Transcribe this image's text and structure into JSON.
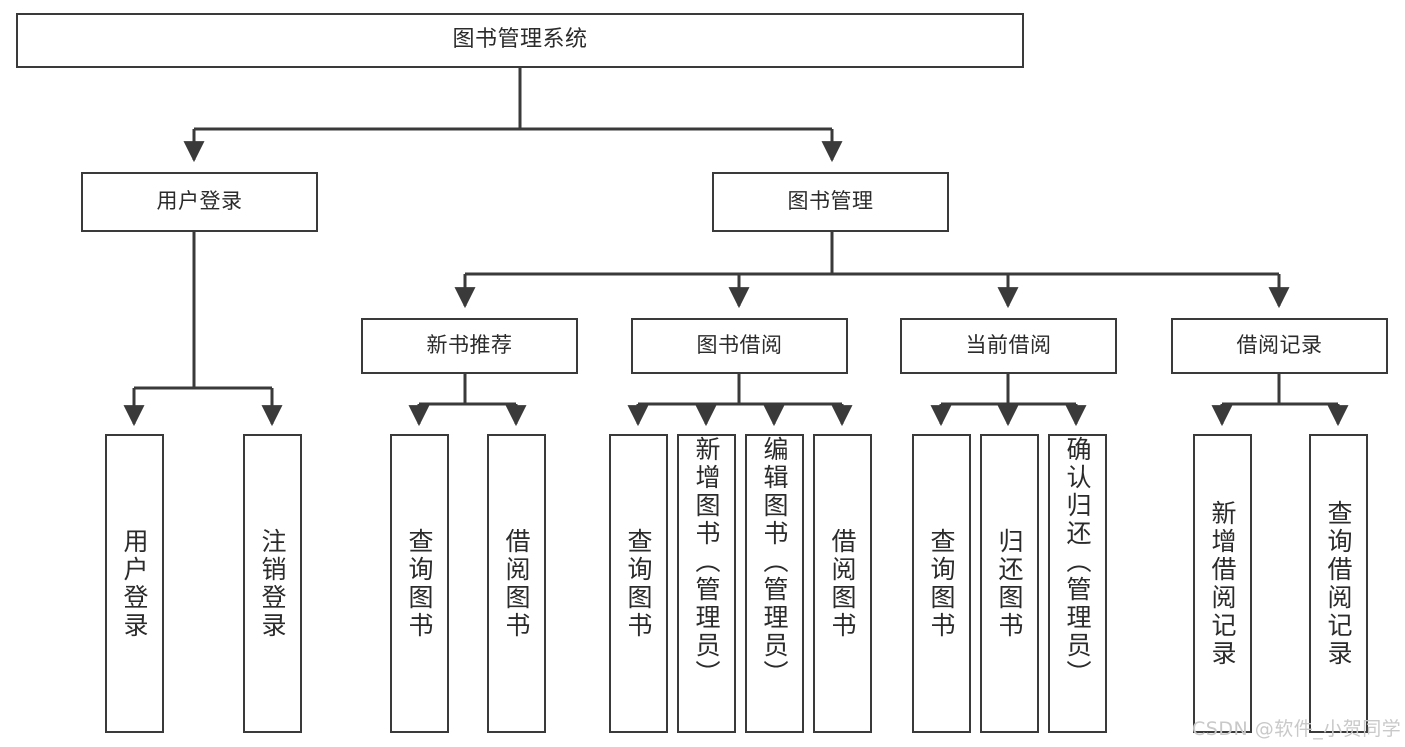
{
  "diagram": {
    "type": "hierarchy-tree",
    "title": "图书管理系统",
    "line_color": "#3a3a3a",
    "box_fill": "#ffffff",
    "text_color": "#2b2b2b",
    "levels": 4,
    "root": {
      "label": "图书管理系统"
    },
    "level2": [
      {
        "label": "用户登录"
      },
      {
        "label": "图书管理"
      }
    ],
    "level3": [
      {
        "label": "新书推荐"
      },
      {
        "label": "图书借阅"
      },
      {
        "label": "当前借阅"
      },
      {
        "label": "借阅记录"
      }
    ],
    "leaves": {
      "user_login": [
        {
          "label": "用户登录"
        },
        {
          "label": "注销登录"
        }
      ],
      "new_book_recommend": [
        {
          "label": "查询图书"
        },
        {
          "label": "借阅图书"
        }
      ],
      "book_borrow": [
        {
          "label": "查询图书"
        },
        {
          "label": "新增图书（管理员）"
        },
        {
          "label": "编辑图书（管理员）"
        },
        {
          "label": "借阅图书"
        }
      ],
      "current_borrow": [
        {
          "label": "查询图书"
        },
        {
          "label": "归还图书"
        },
        {
          "label": "确认归还（管理员）"
        }
      ],
      "borrow_record": [
        {
          "label": "新增借阅记录"
        },
        {
          "label": "查询借阅记录"
        }
      ]
    }
  },
  "watermark": {
    "text": "CSDN @软件_小贺同学",
    "color": "#c9c9c9"
  }
}
